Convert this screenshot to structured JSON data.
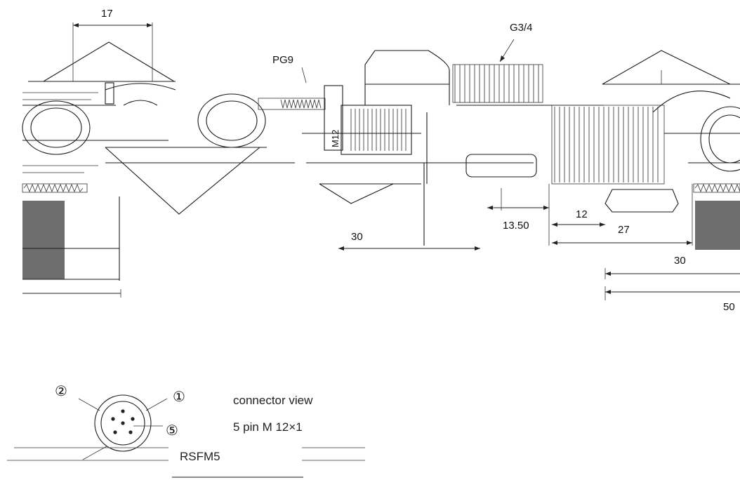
{
  "dimensions": {
    "d17": "17",
    "pg9": "PG9",
    "g34": "G3/4",
    "m12": "M12",
    "d30a": "30",
    "d1350": "13.50",
    "d12": "12",
    "d27": "27",
    "d30b": "30",
    "d50": "50"
  },
  "connector": {
    "pin1": "①",
    "pin2": "②",
    "pin5": "⑤",
    "view_label": "connector view",
    "pin_spec": "5 pin M 12×1",
    "model": "RSFM5"
  }
}
